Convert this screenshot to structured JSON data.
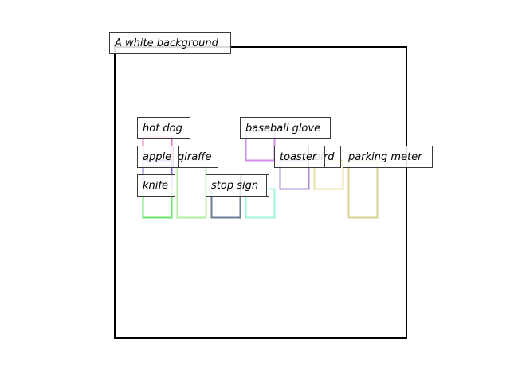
{
  "scene": {
    "title": "A white background",
    "objects": [
      {
        "label": "hot dog",
        "color": "#e879c0"
      },
      {
        "label": "baseball glove",
        "color": "#cc8ee6"
      },
      {
        "label": "apple",
        "color": "#7a6fd6"
      },
      {
        "label": "giraffe",
        "color": "#b0eda0"
      },
      {
        "label": "toaster",
        "color": "#a98fd0"
      },
      {
        "label": "bird",
        "color": "#ece2a6"
      },
      {
        "label": "parking meter",
        "color": "#d8d096"
      },
      {
        "label": "knife",
        "color": "#6ae36a"
      },
      {
        "label": "stop sign",
        "color": "#6a7f94"
      },
      {
        "label": "",
        "color": "#9ef4dc"
      }
    ]
  }
}
